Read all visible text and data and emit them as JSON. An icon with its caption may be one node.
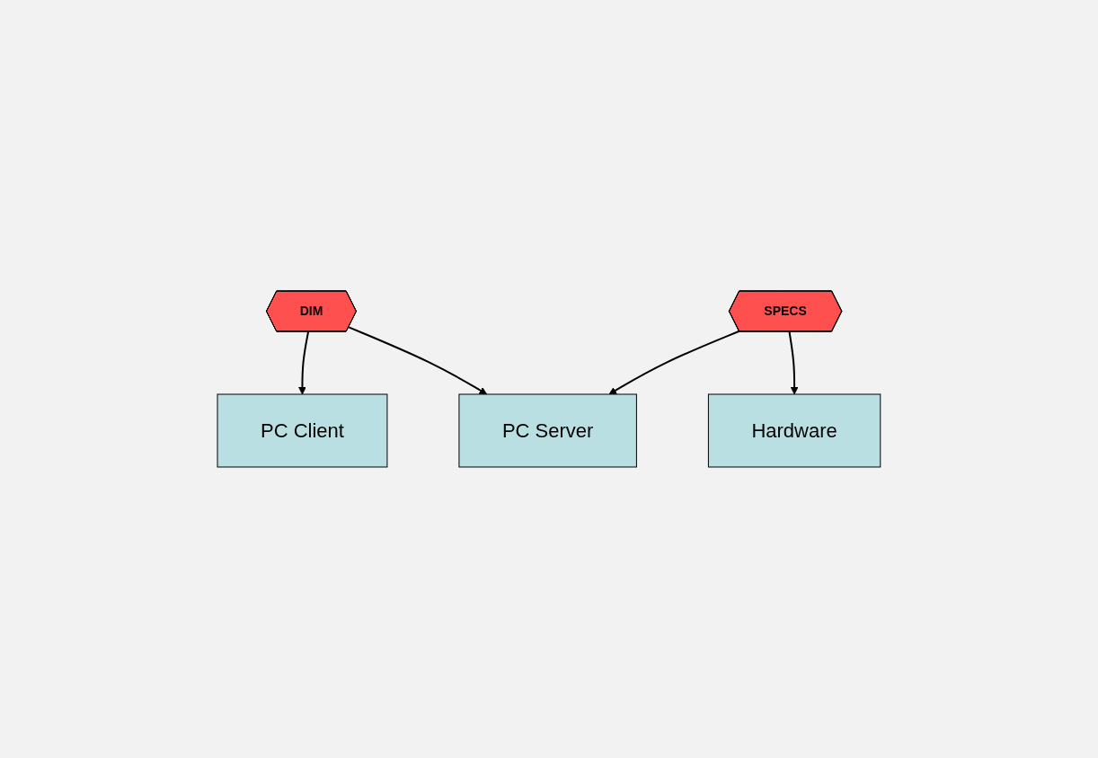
{
  "diagram": {
    "nodes": [
      {
        "text": [
          "PC Client"
        ]
      },
      {
        "text": [
          "DIM"
        ]
      },
      {
        "text": [
          "PC Server"
        ]
      },
      {
        "text": [
          "SPECS"
        ]
      },
      {
        "text": [
          "Hardware"
        ]
      }
    ],
    "edges": [
      {
        "from": 1,
        "to": 0,
        "arrow": "to"
      },
      {
        "from": 1,
        "to": 2,
        "arrow": "to"
      },
      {
        "from": 3,
        "to": 2,
        "arrow": "to"
      },
      {
        "from": 3,
        "to": 4,
        "arrow": "to"
      }
    ]
  }
}
